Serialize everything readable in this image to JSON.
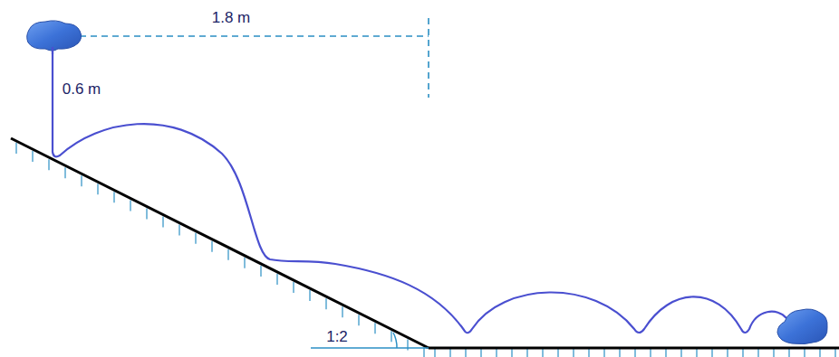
{
  "diagram": {
    "labels": [
      "1.8 m",
      "0.6 m",
      "1:2"
    ]
  }
}
